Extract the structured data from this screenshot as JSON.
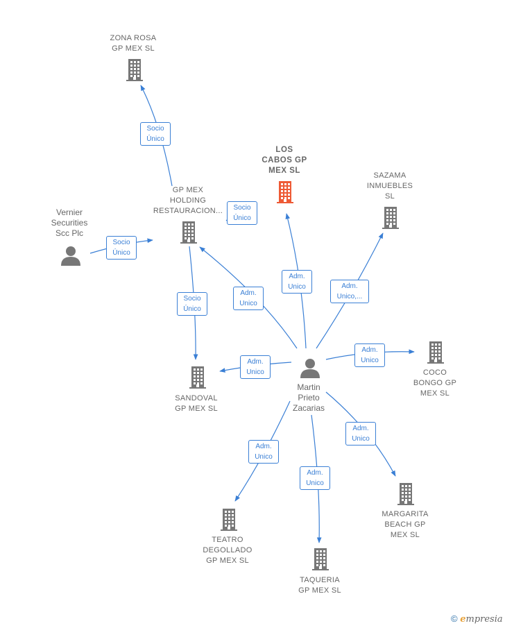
{
  "colors": {
    "edge": "#3a7fd5",
    "node_gray": "#777777",
    "node_main": "#ee5a35",
    "label_gray": "#666666"
  },
  "nodes": [
    {
      "id": "zona-rosa",
      "type": "company",
      "label": "ZONA ROSA\nGP MEX  SL",
      "icon": "building-icon"
    },
    {
      "id": "los-cabos",
      "type": "company-main",
      "label": "LOS\nCABOS GP\nMEX  SL",
      "icon": "building-icon"
    },
    {
      "id": "sazama",
      "type": "company",
      "label": "SAZAMA\nINMUEBLES\nSL",
      "icon": "building-icon"
    },
    {
      "id": "gp-mex-holding",
      "type": "company",
      "label": "GP MEX\nHOLDING\nRESTAURACION...",
      "icon": "building-icon"
    },
    {
      "id": "vernier",
      "type": "person",
      "label": "Vernier\nSecurities\nScc Plc",
      "icon": "person-icon"
    },
    {
      "id": "sandoval",
      "type": "company",
      "label": "SANDOVAL\nGP MEX  SL",
      "icon": "building-icon"
    },
    {
      "id": "martin",
      "type": "person",
      "label": "Martin\nPrieto\nZacarias",
      "icon": "person-icon"
    },
    {
      "id": "coco-bongo",
      "type": "company",
      "label": "COCO\nBONGO GP\nMEX  SL",
      "icon": "building-icon"
    },
    {
      "id": "margarita",
      "type": "company",
      "label": "MARGARITA\nBEACH GP\nMEX  SL",
      "icon": "building-icon"
    },
    {
      "id": "teatro",
      "type": "company",
      "label": "TEATRO\nDEGOLLADO\nGP MEX  SL",
      "icon": "building-icon"
    },
    {
      "id": "taqueria",
      "type": "company",
      "label": "TAQUERIA\nGP MEX  SL",
      "icon": "building-icon"
    }
  ],
  "edges": [
    {
      "from": "gp-mex-holding",
      "to": "zona-rosa",
      "label": "Socio\nÚnico"
    },
    {
      "from": "gp-mex-holding",
      "to": "los-cabos",
      "label": "Socio\nÚnico"
    },
    {
      "from": "vernier",
      "to": "gp-mex-holding",
      "label": "Socio\nÚnico"
    },
    {
      "from": "gp-mex-holding",
      "to": "sandoval",
      "label": "Socio\nÚnico"
    },
    {
      "from": "martin",
      "to": "gp-mex-holding",
      "label": "Adm.\nUnico"
    },
    {
      "from": "martin",
      "to": "los-cabos",
      "label": "Adm.\nUnico"
    },
    {
      "from": "martin",
      "to": "sazama",
      "label": "Adm.\nUnico,..."
    },
    {
      "from": "martin",
      "to": "sandoval",
      "label": "Adm.\nUnico"
    },
    {
      "from": "martin",
      "to": "coco-bongo",
      "label": "Adm.\nUnico"
    },
    {
      "from": "martin",
      "to": "margarita",
      "label": "Adm.\nUnico"
    },
    {
      "from": "martin",
      "to": "teatro",
      "label": "Adm.\nUnico"
    },
    {
      "from": "martin",
      "to": "taqueria",
      "label": "Adm.\nUnico"
    }
  ],
  "watermark": {
    "copyright": "©",
    "brand_initial": "e",
    "brand_rest": "mpresia"
  }
}
